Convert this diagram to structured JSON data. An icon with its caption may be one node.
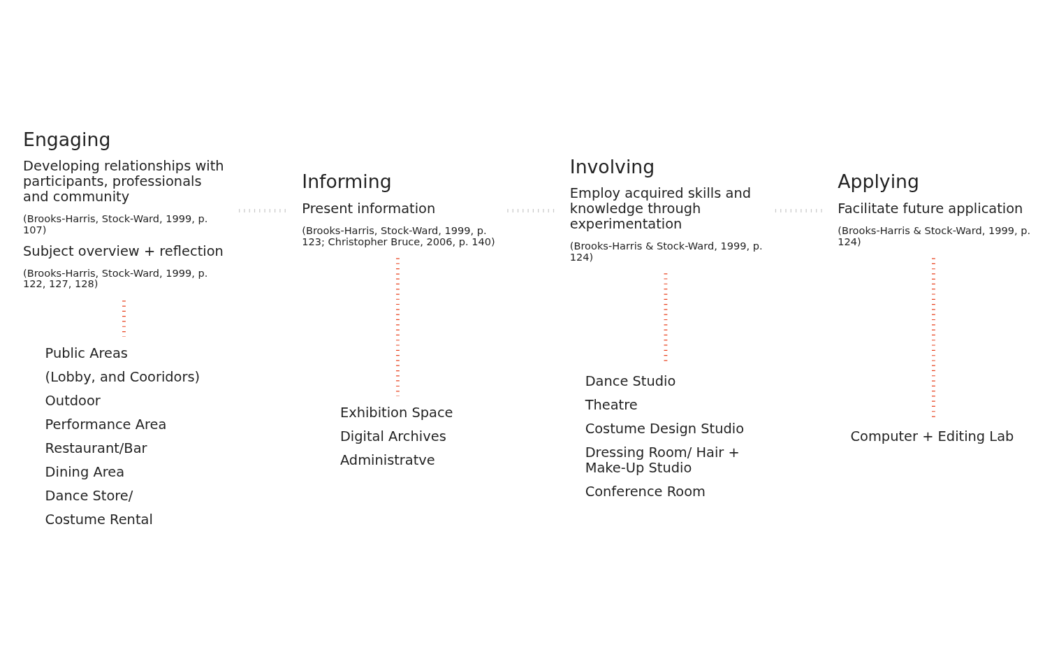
{
  "diagram": {
    "nodes": [
      {
        "text": [
          "Engaging",
          "Developing relationships with participants, professionals and community",
          "(Brooks-Harris, Stock-Ward, 1999, p. 107)",
          "Subject overview + reflection",
          "(Brooks-Harris, Stock-Ward, 1999, p. 122, 127, 128)"
        ]
      },
      {
        "text": [
          "Public Areas",
          "(Lobby, and Cooridors)",
          "Outdoor",
          "Performance Area",
          "Restaurant/Bar",
          "Dining Area",
          "Dance Store/",
          "Costume Rental"
        ]
      },
      {
        "text": [
          "Informing",
          "Present information",
          "(Brooks-Harris, Stock-Ward, 1999, p. 123; Christopher Bruce, 2006, p. 140)"
        ]
      },
      {
        "text": [
          "Exhibition Space",
          "Digital Archives",
          "Administratve"
        ]
      },
      {
        "text": [
          "Involving",
          "Employ acquired skills and knowledge through experimentation",
          "(Brooks-Harris & Stock-Ward, 1999, p. 124)"
        ]
      },
      {
        "text": [
          "Dance Studio",
          "Theatre",
          "Costume Design Studio",
          "Dressing Room/ Hair + Make-Up Studio",
          "Conference Room"
        ]
      },
      {
        "text": [
          "Applying",
          "Facilitate future application",
          "(Brooks-Harris & Stock-Ward, 1999, p. 124)"
        ]
      },
      {
        "text": [
          "Computer + Editing Lab"
        ]
      }
    ],
    "edges": [
      {
        "from": 0,
        "to": 2,
        "arrow": "none",
        "style": "dashed",
        "color": "#c8c8c8"
      },
      {
        "from": 2,
        "to": 4,
        "arrow": "none",
        "style": "dashed",
        "color": "#c8c8c8"
      },
      {
        "from": 4,
        "to": 6,
        "arrow": "none",
        "style": "dashed",
        "color": "#c8c8c8"
      },
      {
        "from": 0,
        "to": 1,
        "arrow": "none",
        "style": "dashed",
        "color": "#e8401c"
      },
      {
        "from": 2,
        "to": 3,
        "arrow": "none",
        "style": "dashed",
        "color": "#e8401c"
      },
      {
        "from": 4,
        "to": 5,
        "arrow": "none",
        "style": "dashed",
        "color": "#e8401c"
      },
      {
        "from": 6,
        "to": 7,
        "arrow": "none",
        "style": "dashed",
        "color": "#e8401c"
      }
    ]
  }
}
